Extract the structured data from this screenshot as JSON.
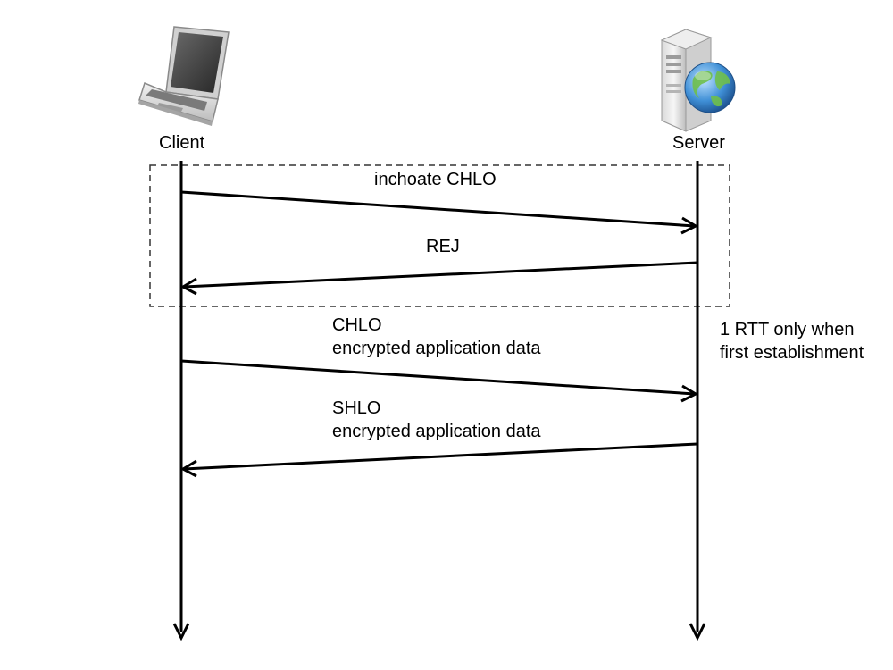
{
  "participants": {
    "client": {
      "label": "Client",
      "icon": "laptop-icon"
    },
    "server": {
      "label": "Server",
      "icon": "server-globe-icon"
    }
  },
  "messages": [
    {
      "from": "client",
      "to": "server",
      "lines": [
        "inchoate CHLO"
      ]
    },
    {
      "from": "server",
      "to": "client",
      "lines": [
        "REJ"
      ]
    },
    {
      "from": "client",
      "to": "server",
      "lines": [
        "CHLO",
        "encrypted application data"
      ]
    },
    {
      "from": "server",
      "to": "client",
      "lines": [
        "SHLO",
        "encrypted application data"
      ]
    }
  ],
  "note": {
    "lines": [
      "1 RTT only when",
      "first establishment"
    ]
  },
  "colors": {
    "line": "#000000",
    "dash": "#333333"
  }
}
